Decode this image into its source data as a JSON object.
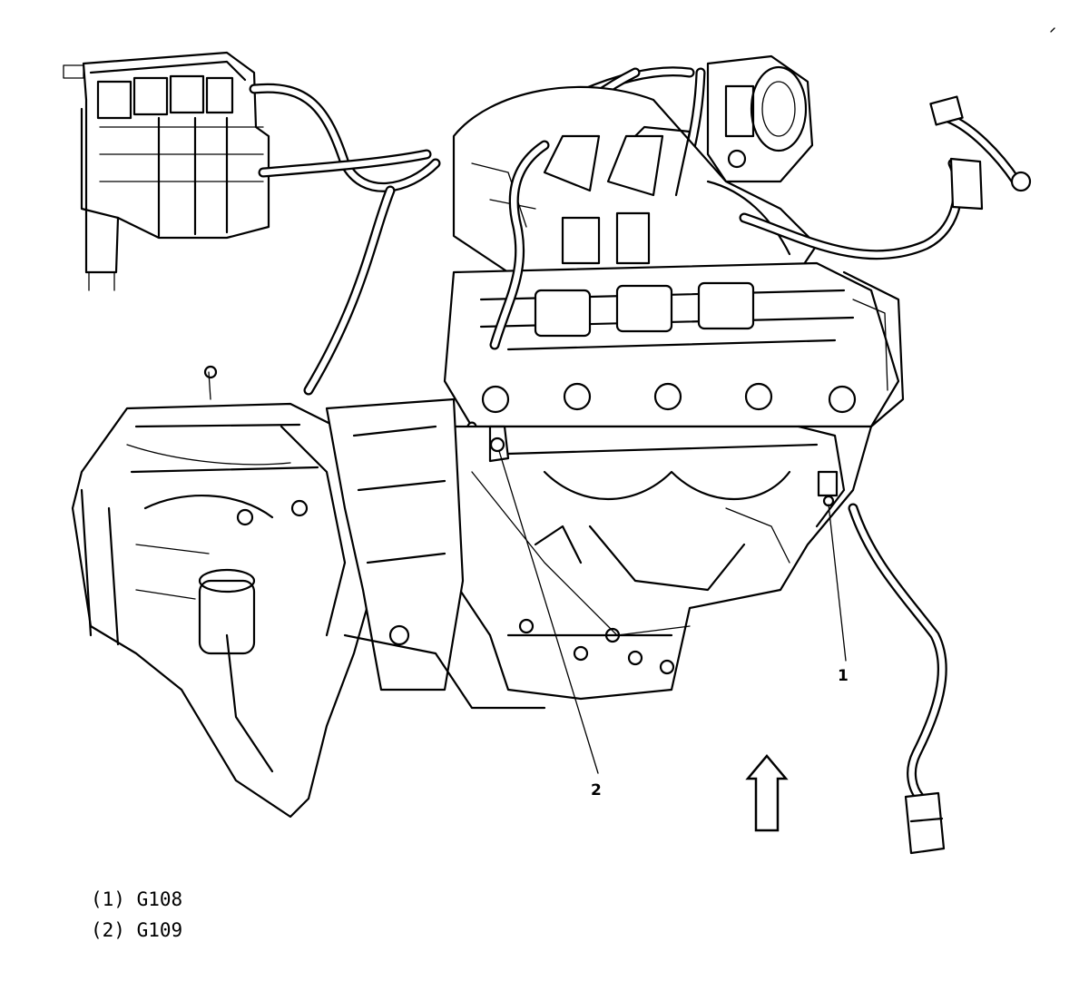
{
  "callouts": [
    {
      "number": "1",
      "label": "G108"
    },
    {
      "number": "2",
      "label": "G109"
    }
  ],
  "legend": [
    {
      "text": "(1) G108"
    },
    {
      "text": "(2) G109"
    }
  ],
  "arrow": {
    "direction": "up"
  }
}
